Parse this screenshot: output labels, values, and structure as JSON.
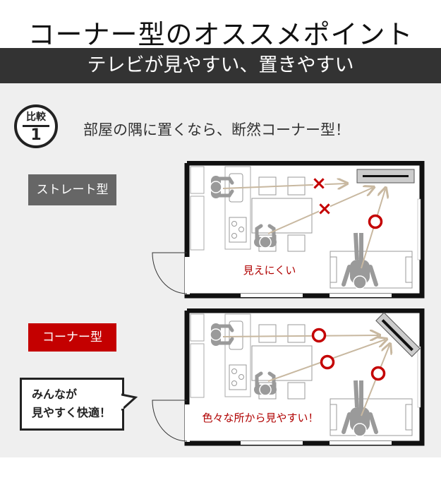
{
  "title": "コーナー型のオススメポイント",
  "subtitle": "テレビが見やすい、置きやすい",
  "comparison": {
    "badge_label": "比較",
    "badge_number": "1",
    "heading": "部屋の隅に置くなら、断然コーナー型！"
  },
  "straight": {
    "label": "ストレート型",
    "caption": "見えにくい",
    "marks": [
      "×",
      "×",
      "○"
    ]
  },
  "corner": {
    "label": "コーナー型",
    "caption": "色々な所から見やすい！",
    "marks": [
      "○",
      "○",
      "○"
    ],
    "bubble_line1": "みんなが",
    "bubble_line2": "見やすく快適！"
  },
  "colors": {
    "accent": "#c40000",
    "tag_gray": "#666666",
    "bar": "#333333",
    "arrow": "#c8b8a0"
  }
}
